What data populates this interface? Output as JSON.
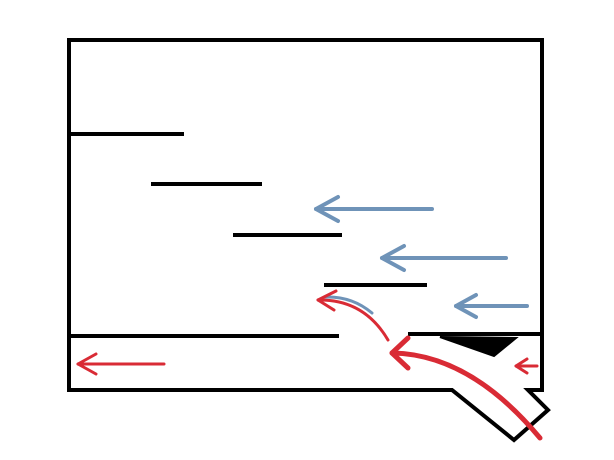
{
  "colors": {
    "background": "#ffffff",
    "outline": "#000000",
    "blue_arrow": "#6f93b8",
    "red_arrow": "#d92b35"
  },
  "elements": {
    "outer_box": "structure-outline",
    "shelves": [
      "shelf-line",
      "shelf-line",
      "shelf-line",
      "shelf-line"
    ],
    "channel": "bottom-channel",
    "inlet": "diagonal-inlet",
    "wedge": "black-triangle-deflector",
    "blue_arrows": [
      "arrow-left",
      "arrow-left",
      "arrow-left"
    ],
    "red_arrows": [
      "arrow-left",
      "arrow-left",
      "arrow-left",
      "curved-flow-arrow"
    ]
  }
}
